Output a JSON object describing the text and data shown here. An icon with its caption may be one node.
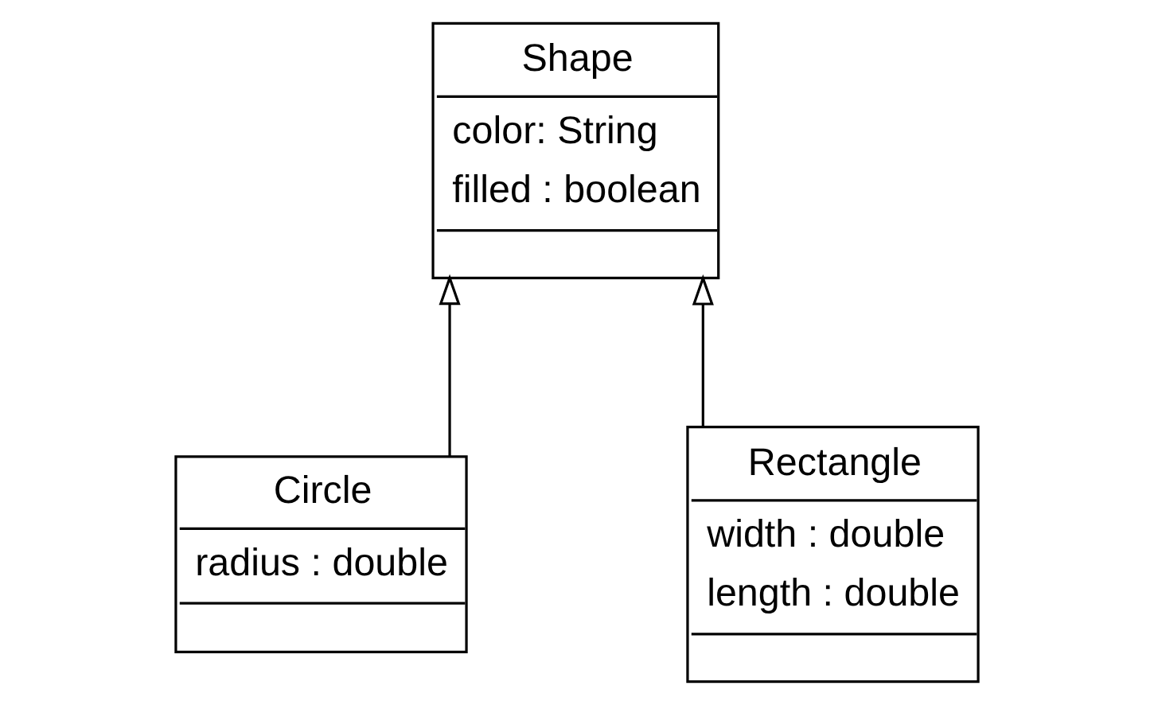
{
  "diagram": {
    "nodes": [
      {
        "text": [
          "Shape",
          "color: String",
          "filled : boolean"
        ]
      },
      {
        "text": [
          "Circle",
          "radius : double"
        ]
      },
      {
        "text": [
          "Rectangle",
          "width : double",
          "length : double"
        ]
      }
    ],
    "edges": [
      {
        "from": 1,
        "to": 0,
        "arrow": "to"
      },
      {
        "from": 2,
        "to": 0,
        "arrow": "to"
      }
    ]
  }
}
